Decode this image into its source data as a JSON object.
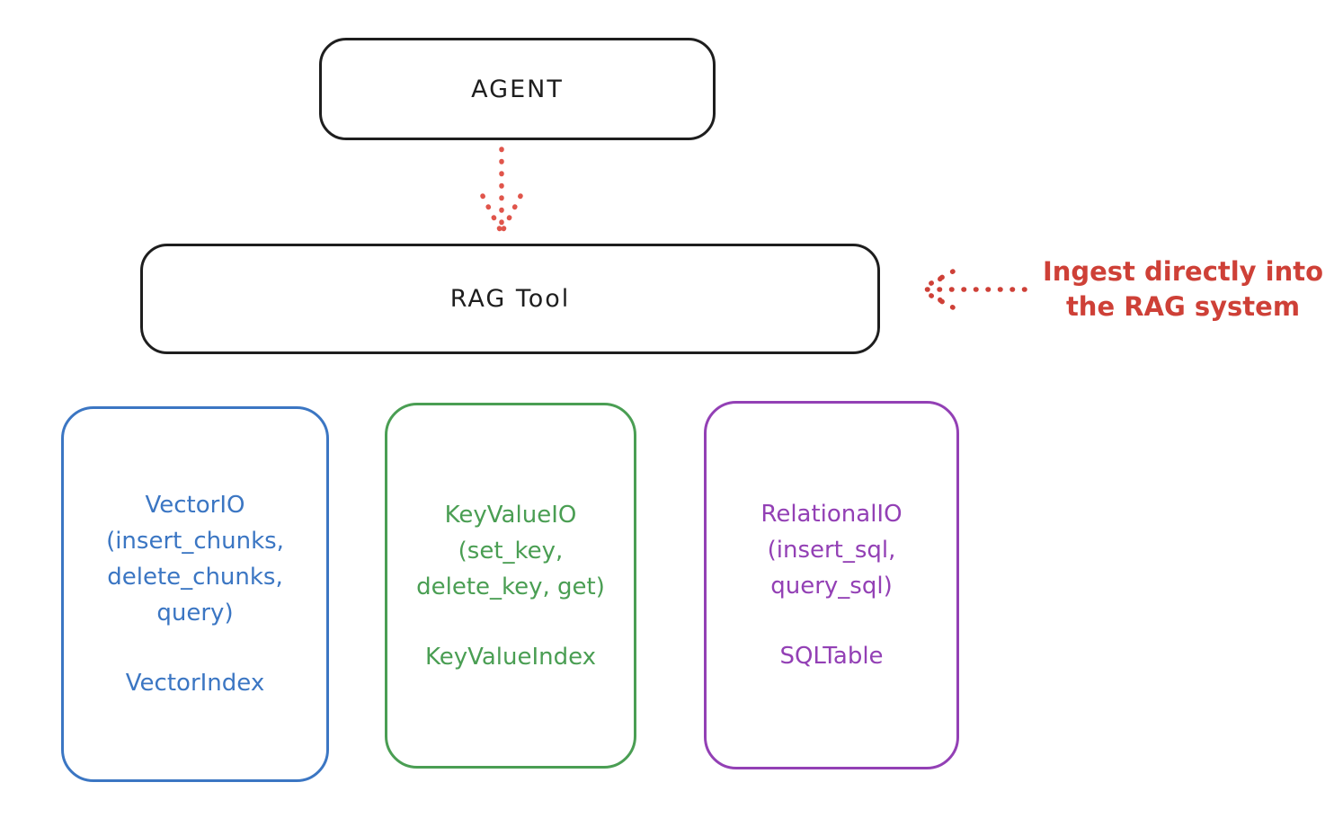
{
  "colors": {
    "background": "#ffffff",
    "ink": "#1e1e1e",
    "arrow_red": "#e0554b",
    "annotation_red": "#ce4037",
    "vector_blue": "#3b76c3",
    "keyvalue_green": "#4a9e53",
    "relational_purple": "#9340b5"
  },
  "nodes": {
    "agent": {
      "label": "AGENT"
    },
    "rag_tool": {
      "label": "RAG Tool"
    },
    "vector_io": {
      "lines": [
        "VectorIO",
        "(insert_chunks,",
        "delete_chunks,",
        "query)"
      ],
      "index_label": "VectorIndex",
      "color": "#3b76c3"
    },
    "key_value_io": {
      "lines": [
        "KeyValueIO",
        "(set_key,",
        "delete_key, get)"
      ],
      "index_label": "KeyValueIndex",
      "color": "#4a9e53"
    },
    "relational_io": {
      "lines": [
        "RelationalIO",
        "(insert_sql,",
        "query_sql)"
      ],
      "index_label": "SQLTable",
      "color": "#9340b5"
    }
  },
  "annotation": {
    "lines": [
      "Ingest directly into",
      "the RAG system"
    ],
    "color": "#ce4037"
  },
  "arrows": {
    "agent_to_rag_tool": {
      "style": "dotted",
      "direction": "down",
      "color": "#e0554b"
    },
    "ingest_into_rag": {
      "style": "dotted",
      "direction": "left",
      "color": "#ce4037"
    }
  }
}
